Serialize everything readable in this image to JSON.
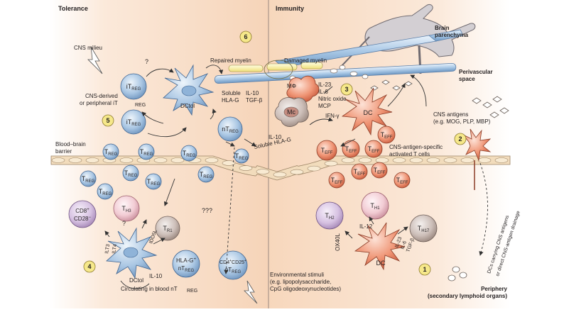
{
  "panels": {
    "left_title": "Tolerance",
    "right_title": "Immunity"
  },
  "region_labels": {
    "brain_parenchyma": [
      "Brain",
      "parenchyma"
    ],
    "perivascular_space": [
      "Perivascular",
      "space"
    ],
    "cns_milieu": "CNS milieu",
    "blood_brain_barrier": [
      "Blood–brain",
      "barrier"
    ],
    "periphery": [
      "Periphery",
      "(secondary lymphoid organs)"
    ]
  },
  "step_numbers": [
    "1",
    "2",
    "3",
    "4",
    "5",
    "6"
  ],
  "myelin": {
    "repaired": "Repaired myelin",
    "damaged": "Damaged myelin"
  },
  "texts": {
    "question_mark": "?",
    "question_marks": "???",
    "cns_derived": [
      "CNS-derived",
      "or peripheral iT"
    ],
    "cns_derived_sub": "REG",
    "soluble_hlag_top": [
      "Soluble",
      "HLA-G"
    ],
    "il10_tgfb": [
      "IL-10",
      "TGF-β"
    ],
    "mphi": "MΦ",
    "cytokines": [
      "IL-23",
      "IL-6",
      "Nitric oxide",
      "MCP"
    ],
    "cns_antigens": [
      "CNS antigens",
      "(e.g. MOG, PLP, MBP)"
    ],
    "ifng": "IFN-γ",
    "il10_mid": "IL-10",
    "soluble_hlag_mid": "Soluble HLA-G",
    "activated_t": [
      "CNS-antigen-specific",
      "activated T cells"
    ],
    "dcs_carrying": [
      "DCs carrying CNS antigens",
      "or direct CNS-antigen drainage"
    ],
    "env_stimuli": [
      "Environmental stimuli",
      "(e.g. lipopolysaccharide,",
      "CpG oligodeoxynucleotides)"
    ],
    "circulating": "Circulating in blood nT",
    "circulating_sub": "REG",
    "il10_bottom": "IL-10",
    "il12": "IL-12",
    "ox40l": "OX40L",
    "ilt3": "ILT3",
    "ilt4": "ILT4",
    "idosl": "IDO5L",
    "right_cytokines": [
      "IL-23",
      "IL-6",
      "TGF-β"
    ]
  },
  "cells": {
    "dctol": "DCtol",
    "dc": "DC",
    "mc": "Mc",
    "itreg_main": "iT",
    "itreg_sub": "REG",
    "ntreg_main": "nT",
    "ntreg_sub": "REG",
    "treg_main": "T",
    "treg_sub": "REG",
    "teff_main": "T",
    "teff_sub": "EFF",
    "th3_main": "T",
    "th3_sub": "H3",
    "tr1_main": "T",
    "tr1_sub": "R1",
    "th1_main": "T",
    "th1_sub": "H1",
    "th2_main": "T",
    "th2_sub": "H2",
    "th17_main": "T",
    "th17_sub": "H17",
    "cd8": [
      "CD8",
      "CD28"
    ],
    "hlag_ntreg": [
      "HLA-G",
      "nT"
    ],
    "cd4cd25": [
      "CD4",
      "CD25",
      "nT"
    ]
  },
  "colors": {
    "tolerance_bg": "#f8dcc4",
    "immunity_bg": "#f6d4b6",
    "blue_cell": "#bcd3ea",
    "red_cell": "#ee8f70",
    "purple_cell": "#dbc6e3",
    "pink_cell": "#f3c9d0",
    "grey_cell": "#cdbfb9",
    "vessel": "#a9c8e6",
    "myelin": "#fbf4a0"
  }
}
